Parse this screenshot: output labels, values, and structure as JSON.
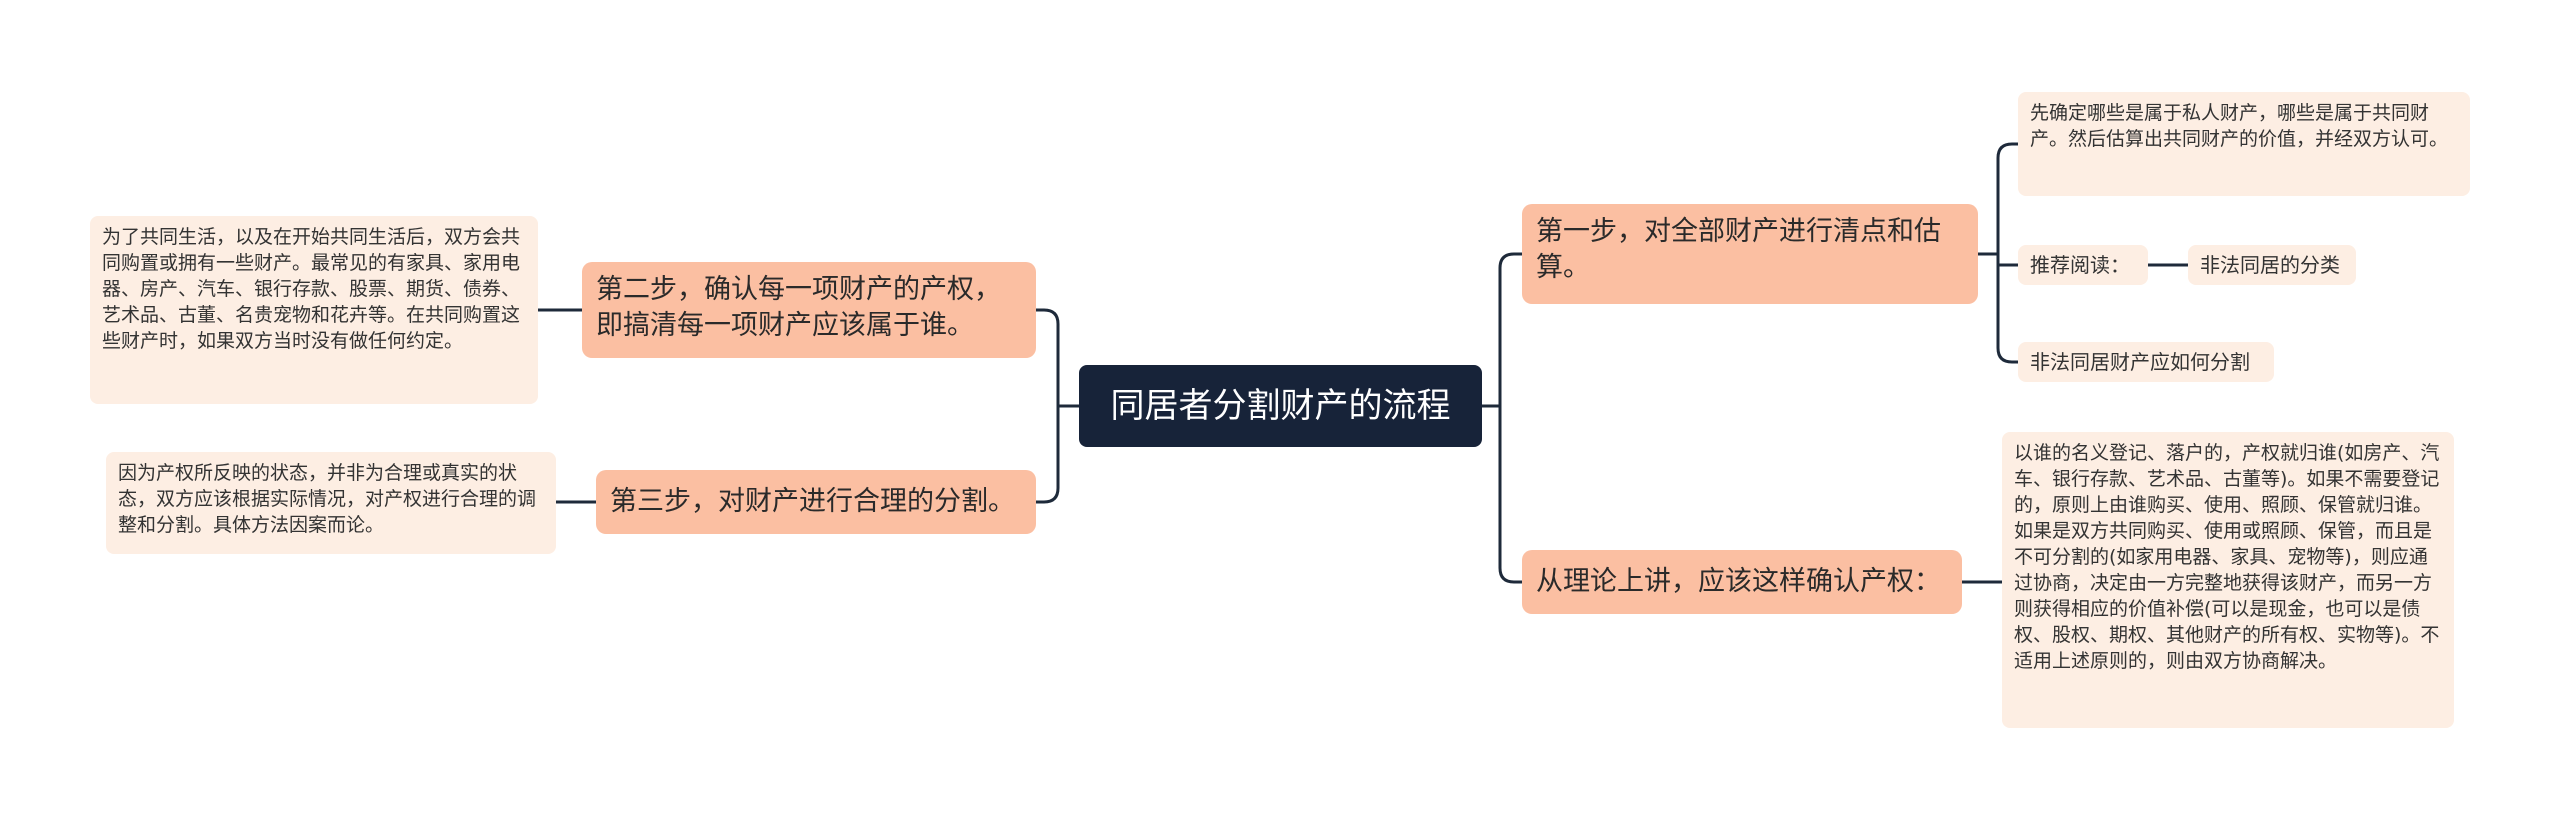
{
  "root": {
    "title": "同居者分割财产的流程"
  },
  "left_branches": [
    {
      "title": "第二步，确认每一项财产的产权，即搞清每一项财产应该属于谁。",
      "detail": "为了共同生活，以及在开始共同生活后，双方会共同购置或拥有一些财产。最常见的有家具、家用电器、房产、汽车、银行存款、股票、期货、债券、艺术品、古董、名贵宠物和花卉等。在共同购置这些财产时，如果双方当时没有做任何约定。"
    },
    {
      "title": "第三步，对财产进行合理的分割。",
      "detail": "因为产权所反映的状态，并非为合理或真实的状态，双方应该根据实际情况，对产权进行合理的调整和分割。具体方法因案而论。"
    }
  ],
  "right_branches": [
    {
      "title": "第一步，对全部财产进行清点和估算。",
      "children": {
        "estimate": "先确定哪些是属于私人财产，哪些是属于共同财产。然后估算出共同财产的价值，并经双方认可。",
        "recommend_label": "推荐阅读：",
        "recommend_link": "非法同居的分类",
        "other_link": "非法同居财产应如何分割"
      }
    },
    {
      "title": "从理论上讲，应该这样确认产权：",
      "detail": "以谁的名义登记、落户的，产权就归谁(如房产、汽车、银行存款、艺术品、古董等)。如果不需要登记的，原则上由谁购买、使用、照顾、保管就归谁。如果是双方共同购买、使用或照顾、保管，而且是不可分割的(如家用电器、家具、宠物等)，则应通过协商，决定由一方完整地获得该财产，而另一方则获得相应的价值补偿(可以是现金，也可以是债权、股权、期权、其他财产的所有权、实物等)。不适用上述原则的，则由双方协商解决。"
    }
  ],
  "colors": {
    "root_bg": "#172339",
    "branch_bg": "#fbbfa2",
    "leaf_bg": "#fdeee3",
    "edge": "#1e2a3a"
  }
}
